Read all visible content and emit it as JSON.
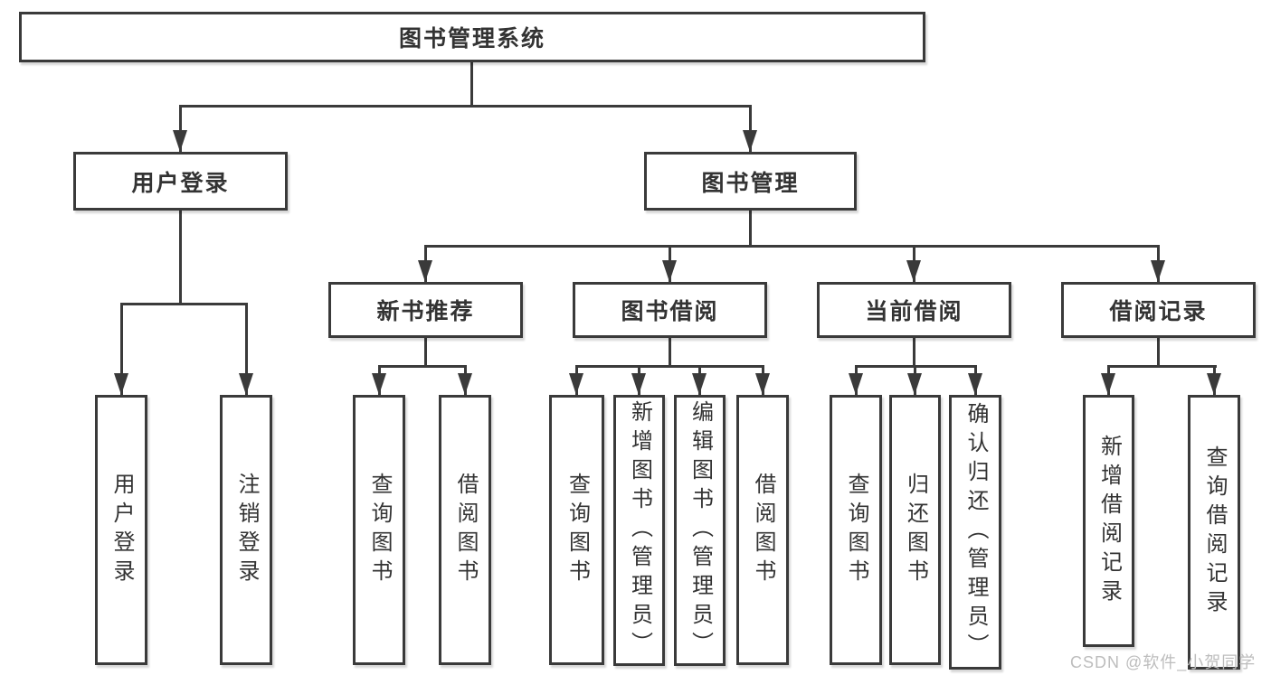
{
  "diagram": {
    "type": "hierarchy-tree",
    "palette": {
      "line": "#3a3a3a",
      "box_border": "#3a3a3a",
      "box_background": "#ffffff",
      "text": "#333333",
      "watermark_text": "#bdbdbd",
      "page_background": "#ffffff"
    }
  },
  "nodes": {
    "root": {
      "label": "图书管理系统"
    },
    "branches": [
      {
        "label": "用户登录"
      },
      {
        "label": "图书管理"
      }
    ],
    "sections": [
      {
        "label": "新书推荐",
        "parent": "图书管理"
      },
      {
        "label": "图书借阅",
        "parent": "图书管理"
      },
      {
        "label": "当前借阅",
        "parent": "图书管理"
      },
      {
        "label": "借阅记录",
        "parent": "图书管理"
      }
    ],
    "leaves": [
      {
        "label": "用户登录",
        "parent": "用户登录"
      },
      {
        "label": "注销登录",
        "parent": "用户登录"
      },
      {
        "label": "查询图书",
        "parent": "新书推荐"
      },
      {
        "label": "借阅图书",
        "parent": "新书推荐"
      },
      {
        "label": "查询图书",
        "parent": "图书借阅"
      },
      {
        "label": "新增图书（管理员）",
        "parent": "图书借阅"
      },
      {
        "label": "编辑图书（管理员）",
        "parent": "图书借阅"
      },
      {
        "label": "借阅图书",
        "parent": "图书借阅"
      },
      {
        "label": "查询图书",
        "parent": "当前借阅"
      },
      {
        "label": "归还图书",
        "parent": "当前借阅"
      },
      {
        "label": "确认归还（管理员）",
        "parent": "当前借阅"
      },
      {
        "label": "新增借阅记录",
        "parent": "借阅记录"
      },
      {
        "label": "查询借阅记录",
        "parent": "借阅记录"
      }
    ]
  },
  "watermark": {
    "text": "CSDN @软件_小贺同学"
  }
}
